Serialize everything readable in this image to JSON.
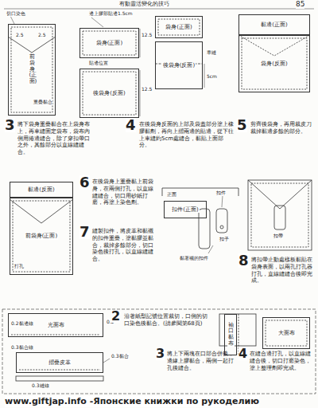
{
  "diagram": {
    "nodes": [
      {
        "text": [
          "前袋身(正面)"
        ]
      },
      {
        "text": [
          "袋身(正面)"
        ]
      },
      {
        "text": [
          "後袋身(反面)"
        ]
      },
      {
        "text": [
          "袋身(正面)"
        ]
      },
      {
        "text": [
          "後袋身(反面)"
        ]
      },
      {
        "text": [
          "黏邊(正面)"
        ]
      },
      {
        "text": [
          "袋身(反面)"
        ]
      },
      {
        "text": [
          "黏邊(反面)"
        ]
      },
      {
        "text": [
          "前袋身(正面)"
        ]
      },
      {
        "text": [
          "扣件(正面)"
        ]
      },
      {
        "text": [
          "光面布"
        ]
      },
      {
        "text": [
          "摺疊皮革"
        ]
      },
      {
        "text": [
          "袖口黏布"
        ]
      },
      {
        "text": [
          "大面布"
        ]
      }
    ],
    "labels": [
      "有動靈活變化的技巧",
      "85",
      "切口染色",
      "2.5",
      "2.5",
      "重疊黏合",
      "3",
      "將下袋身重疊黏合在上袋身布上，再車縫固定袋布，袋布內側用捲邊縫合，除了穿扣帶口之外，其餘部分以直線縫縫合。",
      "邊上膠部貼邊1.5cm",
      "12.5",
      "12.5",
      "貼邊位置",
      "5cm",
      "車縫",
      "4",
      "在後袋身反面的上部及袋蓋部分塗上橡膠黏劑，再向上摺兩邊的貼邊，從下往上車縫約5cm處縫合，黏貼上面部分。",
      "5",
      "剪齊後袋身，再用裁皮刀裁掉黏邊多餘的部分。",
      "6",
      "在後袋身上重疊黏上前袋身，在兩側打孔，以直線縫縫合，切口用砂紙打磨，再塗上染色劑。",
      "打孔",
      "7",
      "縫製扣件，將皮革和黏襯的扣件重疊，塗黏膠並黏合，裁掉多餘部分，切口染色後打孔，以直線縫縫合。",
      "扣件",
      "扣子",
      "黏著襯的扣件",
      "正面",
      "扣帶",
      "8",
      "將扣帶止動處樣板黏貼在袋身表面，以兩孔打孔器打孔，直線縫縫合後即完成。",
      "0.2黏邊線",
      "0.2",
      "0.3黏合線",
      "0.3縫線",
      "0.3黏合",
      "2",
      "沿著紙型記號位置裁切，口側的切口染色後黏合。(請參閱第68頁)",
      "3",
      "將上下兩塊在口部合併後，邊緣上膠黏合，兩側一起打孔後縫合。",
      "4",
      "在縫合邊打孔，以直線縫縫合後，切口打磨染色，塗上整理劑即完成。",
      "www.giftjap.info -Японские книжки по рукоделию"
    ]
  }
}
